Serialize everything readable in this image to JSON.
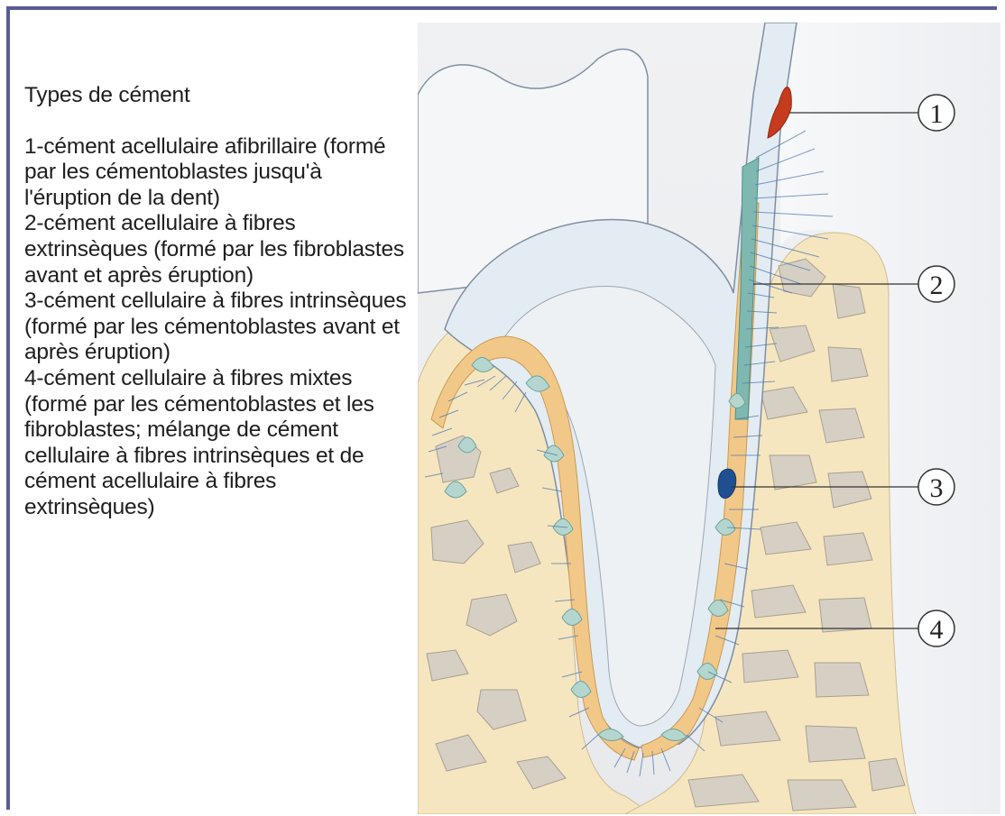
{
  "legend": {
    "title": "Types de cément",
    "items": [
      {
        "number": "1",
        "text": "1-cément acellulaire afibrillaire (formé par les cémentoblastes jusqu'à l'éruption de la dent)"
      },
      {
        "number": "2",
        "text": "2-cément acellulaire à fibres extrinsèques (formé par les fibroblastes avant et après éruption)"
      },
      {
        "number": "3",
        "text": "3-cément cellulaire à fibres intrinsèques (formé par les cémentoblastes avant et après éruption)"
      },
      {
        "number": "4",
        "text": "4-cément cellulaire à fibres mixtes (formé par les cémentoblastes et les fibroblastes; mélange de cément cellulaire à fibres intrinsèques et de cément acellulaire à fibres extrinsèques)"
      }
    ]
  },
  "diagram": {
    "callouts": [
      "①",
      "②",
      "③",
      "④"
    ],
    "colors": {
      "border": "#5b5b93",
      "bone": "#f6e6bf",
      "bone_cavity": "#d6d0c4",
      "dentin": "#e3ecf2",
      "pulp": "#eef1f4",
      "cementum_afibrillar": "#c63a1d",
      "cementum_extrinsic": "#7fb8b0",
      "cementum_intrinsic": "#1f4f8f",
      "cementum_mixed": "#f2c889",
      "fibers": "#4d79b0"
    }
  }
}
